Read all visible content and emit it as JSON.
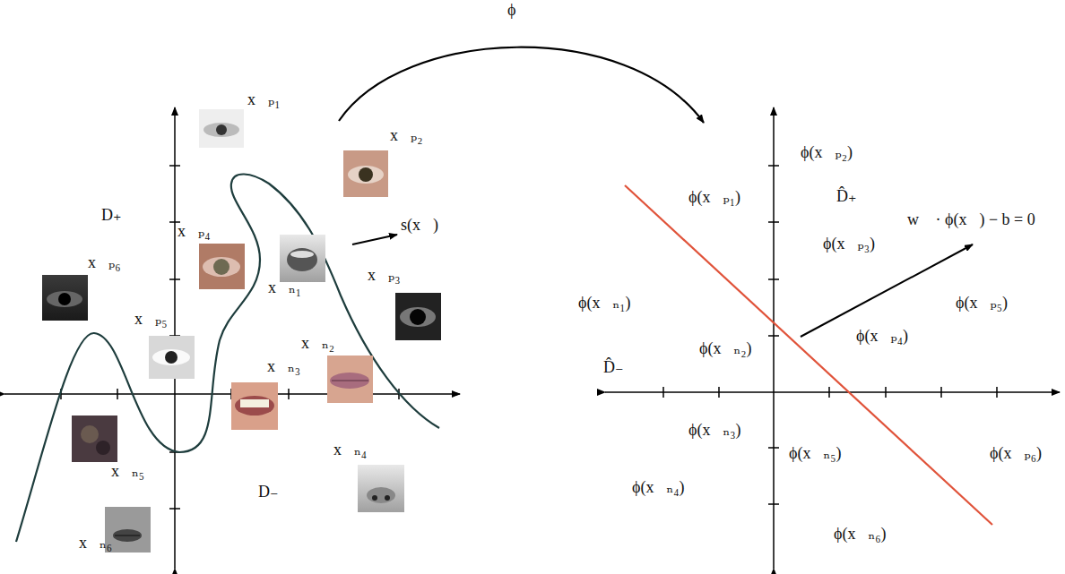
{
  "diagram": {
    "labels": [
      "ϕ",
      "x⃗ₚ₁",
      "x⃗ₚ₂",
      "D₊",
      "x⃗ₚ₄",
      "s(x⃗)",
      "x⃗ₙ₁",
      "x⃗ₚ₃",
      "x⃗ₚ₆",
      "x⃗ₚ₅",
      "x⃗ₙ₂",
      "x⃗ₙ₃",
      "x⃗ₙ₅",
      "x⃗ₙ₄",
      "D₋",
      "x⃗ₙ₆",
      "ϕ(x⃗ₚ₂)",
      "ϕ(x⃗ₚ₁)",
      "D̂₊",
      "ϕ(x⃗ₚ₃)",
      "w⃗ · ϕ(x⃗) − b = 0",
      "ϕ(x⃗ₙ₁)",
      "ϕ(x⃗ₚ₅)",
      "ϕ(x⃗ₙ₂)",
      "ϕ(x⃗ₚ₄)",
      "D̂₋",
      "ϕ(x⃗ₙ₃)",
      "ϕ(x⃗ₙ₅)",
      "ϕ(x⃗ₚ₆)",
      "ϕ(x⃗ₙ₄)",
      "ϕ(x⃗ₙ₆)"
    ]
  }
}
